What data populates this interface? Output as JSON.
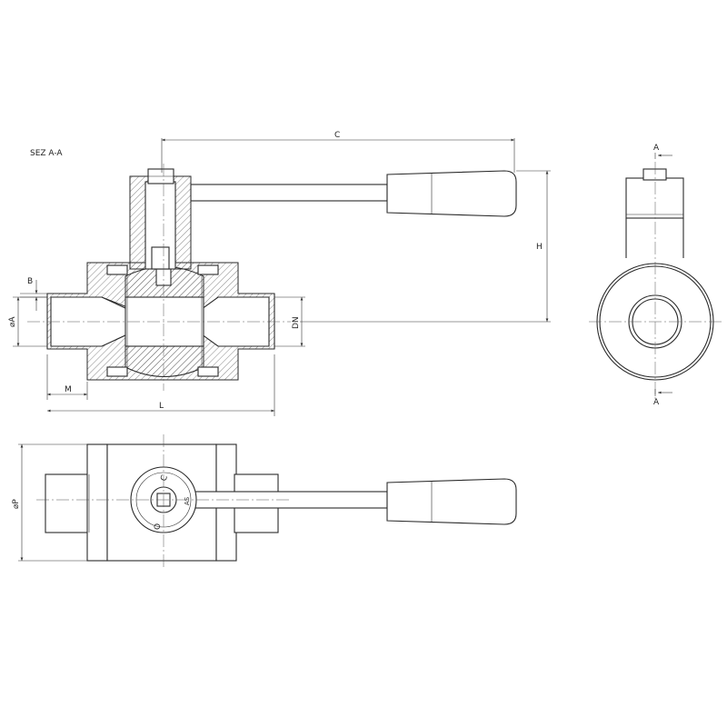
{
  "section_title": "SEZ  A-A",
  "dimensions": {
    "c": "C",
    "h": "H",
    "b": "B",
    "diam_a": "⌀A",
    "dn": "DN",
    "m": "M",
    "l": "L",
    "diam_p": "⌀P"
  },
  "section_marks": {
    "top": "A",
    "bottom": "A"
  },
  "handle_markings": {
    "closed": "C",
    "open": "O",
    "logo": "AS"
  }
}
